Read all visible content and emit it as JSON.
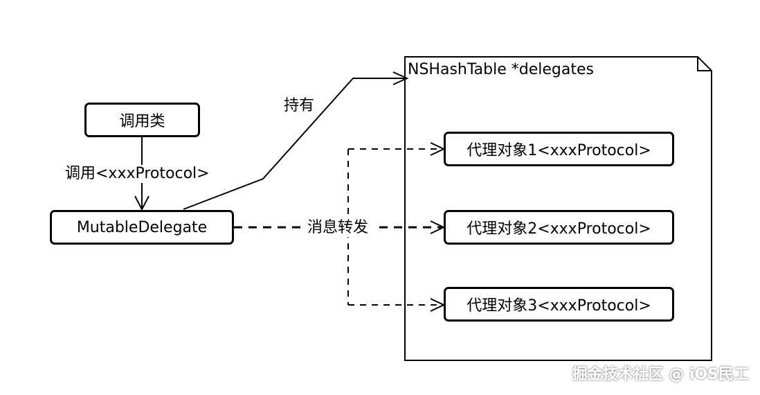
{
  "nodes": {
    "caller": "调用类",
    "mutable_delegate": "MutableDelegate",
    "delegate_1": "代理对象1<xxxProtocol>",
    "delegate_2": "代理对象2<xxxProtocol>",
    "delegate_3": "代理对象3<xxxProtocol>"
  },
  "container": {
    "title": "NSHashTable *delegates"
  },
  "edges": {
    "call_label": "调用<xxxProtocol>",
    "hold_label": "持有",
    "forward_label": "消息转发"
  },
  "watermark": "掘金技术社区 @ iOS民工",
  "colors": {
    "stroke": "#000000",
    "background": "#ffffff"
  }
}
